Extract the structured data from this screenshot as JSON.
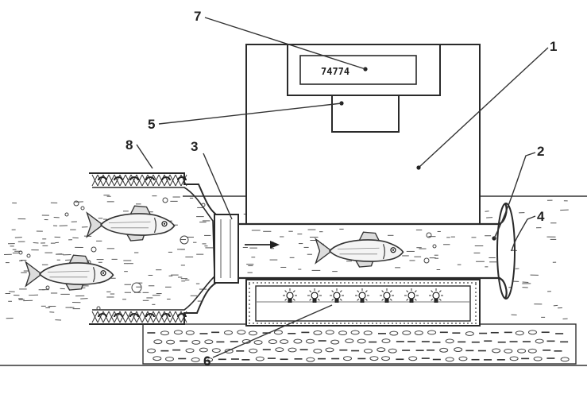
{
  "display": {
    "reading": "74774"
  },
  "labels": [
    {
      "id": "1",
      "text": "1"
    },
    {
      "id": "2",
      "text": "2"
    },
    {
      "id": "3",
      "text": "3"
    },
    {
      "id": "4",
      "text": "4"
    },
    {
      "id": "5",
      "text": "5"
    },
    {
      "id": "6",
      "text": "6"
    },
    {
      "id": "7",
      "text": "7"
    },
    {
      "id": "8",
      "text": "8"
    }
  ]
}
